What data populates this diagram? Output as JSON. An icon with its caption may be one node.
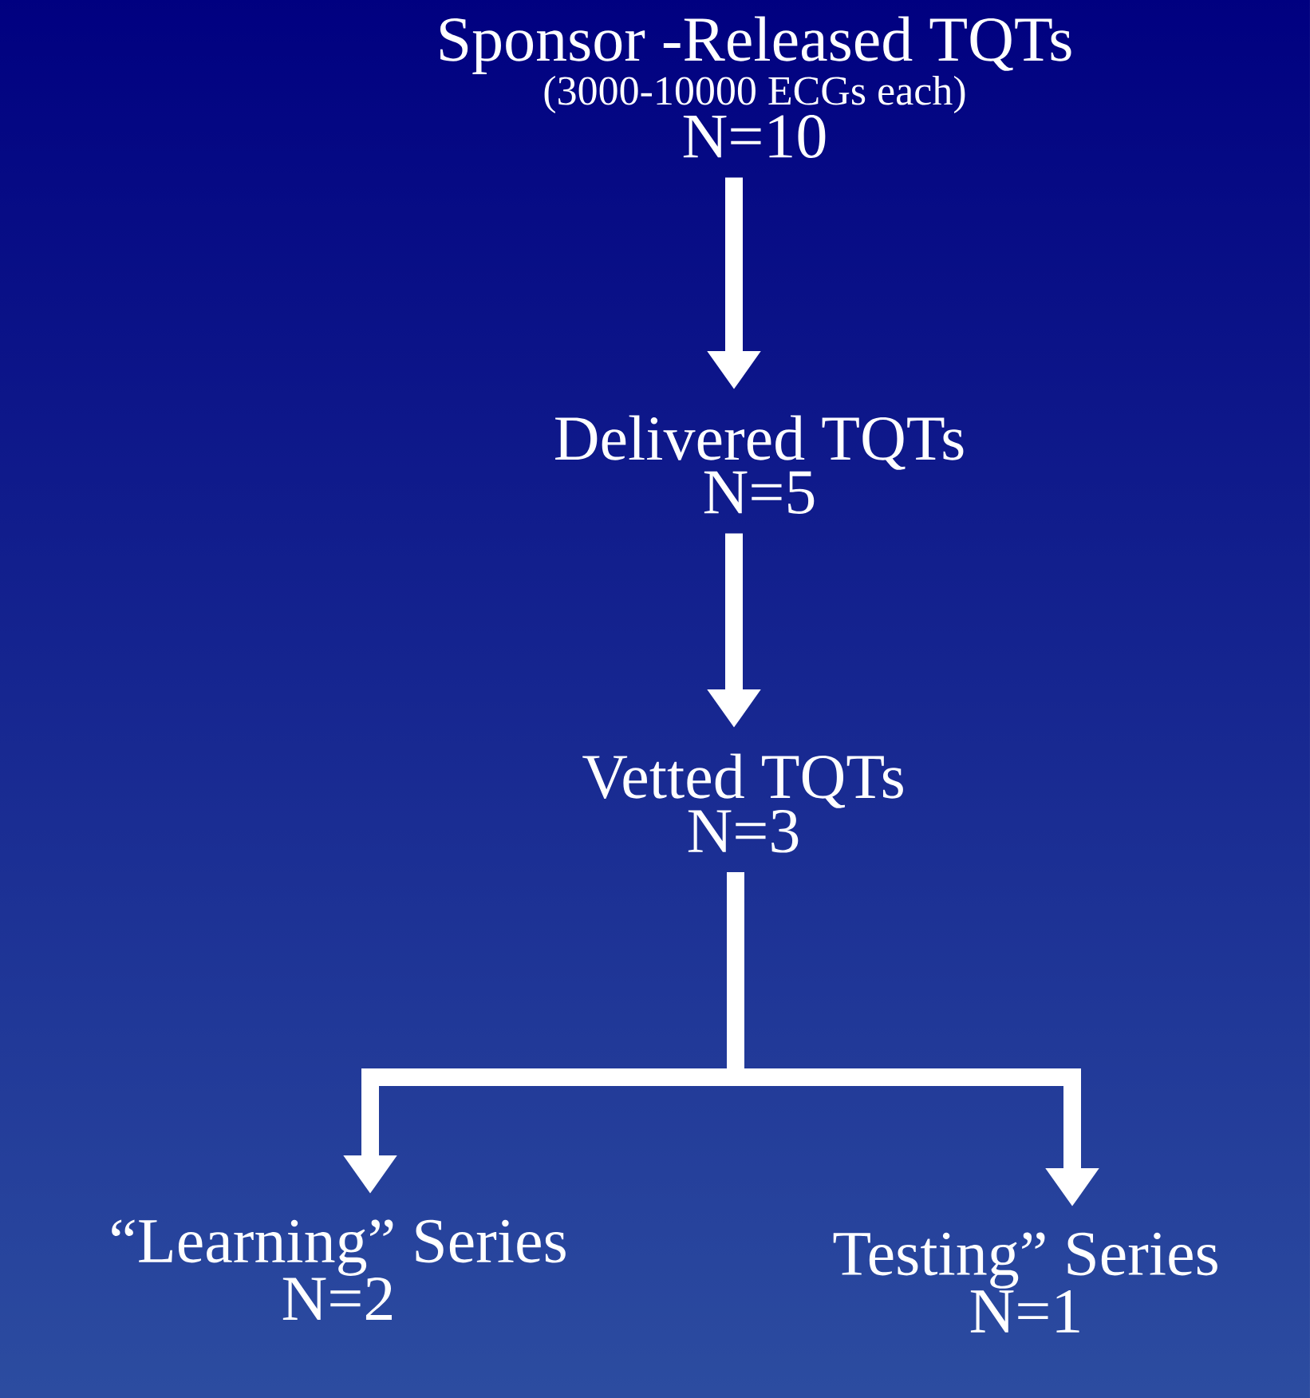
{
  "diagram": {
    "nodes": [
      {
        "text": [
          "Sponsor -Released TQTs",
          "(3000-10000 ECGs each)",
          "N=10"
        ]
      },
      {
        "text": [
          "Delivered TQTs",
          "N=5"
        ]
      },
      {
        "text": [
          "Vetted TQTs",
          "N=3"
        ]
      },
      {
        "text": [
          "“Learning” Series",
          "N=2"
        ]
      },
      {
        "text": [
          "Testing” Series",
          "N=1"
        ]
      }
    ],
    "edges": [
      {
        "from": 0,
        "to": 1,
        "arrow": "to"
      },
      {
        "from": 1,
        "to": 2,
        "arrow": "to"
      },
      {
        "from": 2,
        "to": 3,
        "arrow": "to"
      },
      {
        "from": 2,
        "to": 4,
        "arrow": "to"
      }
    ]
  }
}
